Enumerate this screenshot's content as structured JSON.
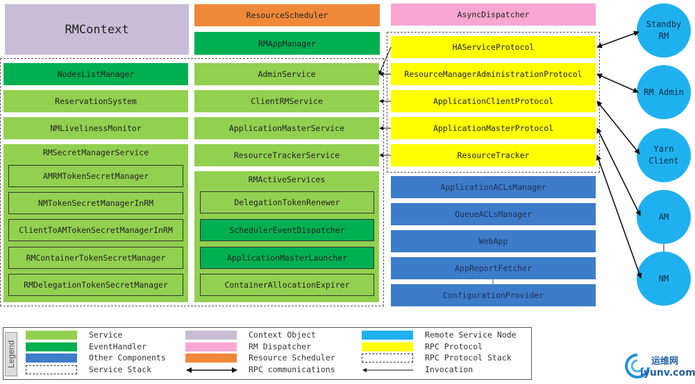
{
  "context": {
    "rm_context": "RMContext"
  },
  "top": {
    "resource_scheduler": "ResourceScheduler",
    "rm_app_manager": "RMAppManager",
    "async_dispatcher": "AsyncDispatcher"
  },
  "left_column": {
    "nodes_list_manager": "NodesListManager",
    "reservation_system": "ReservationSystem",
    "nm_liveliness_monitor": "NMLivelinessMonitor",
    "secret_manager_service": {
      "title": "RMSecretManagerService",
      "items": [
        "AMRMTokenSecretManager",
        "NMTokenSecretManagerInRM",
        "ClientToAMTokenSecretManagerInRM",
        "RMContainerTokenSecretManager",
        "RMDelegationTokenSecretManager"
      ]
    }
  },
  "middle_column": {
    "admin_service": "AdminService",
    "client_rm_service": "ClientRMService",
    "application_master_service": "ApplicationMasterService",
    "resource_tracker_service": "ResourceTrackerService",
    "active_services": {
      "title": "RMActiveServices",
      "items": [
        "DelegationTokenRenewer",
        "SchedulerEventDispatcher",
        "ApplicationMasterLauncher",
        "ContainerAllocationExpirer"
      ]
    }
  },
  "protocols": [
    "HAServiceProtocol",
    "ResourceManagerAdministrationProtocol",
    "ApplicationClientProtocol",
    "ApplicationMasterProtocol",
    "ResourceTracker"
  ],
  "other_components": [
    "ApplicationACLsManager",
    "QueueACLsManager",
    "WebApp",
    "AppReportFetcher",
    "ConfigurationProvider"
  ],
  "remote_nodes": {
    "standby_rm": "Standby\nRM",
    "rm_admin": "RM Admin",
    "yarn_client": "Yarn\nClient",
    "am": "AM",
    "nm": "NM"
  },
  "legend": {
    "title": "Legend",
    "items": [
      "Service",
      "EventHandler",
      "Other Components",
      "Service Stack",
      "Context Object",
      "RM Dispatcher",
      "Resource Scheduler",
      "RPC communications",
      "Remote Service Node",
      "RPC Protocol",
      "RPC Protocol Stack",
      "Invocation"
    ]
  },
  "watermark": {
    "cn": "运维网",
    "url": "iyunv.com"
  },
  "colors": {
    "service": "#92d050",
    "event_handler": "#00b050",
    "other_components": "#3d7cc9",
    "context_object": "#c8bcd6",
    "rm_dispatcher": "#f9a6d2",
    "resource_scheduler": "#f0883a",
    "remote_service_node": "#1fb1ef",
    "rpc_protocol": "#ffff00"
  }
}
